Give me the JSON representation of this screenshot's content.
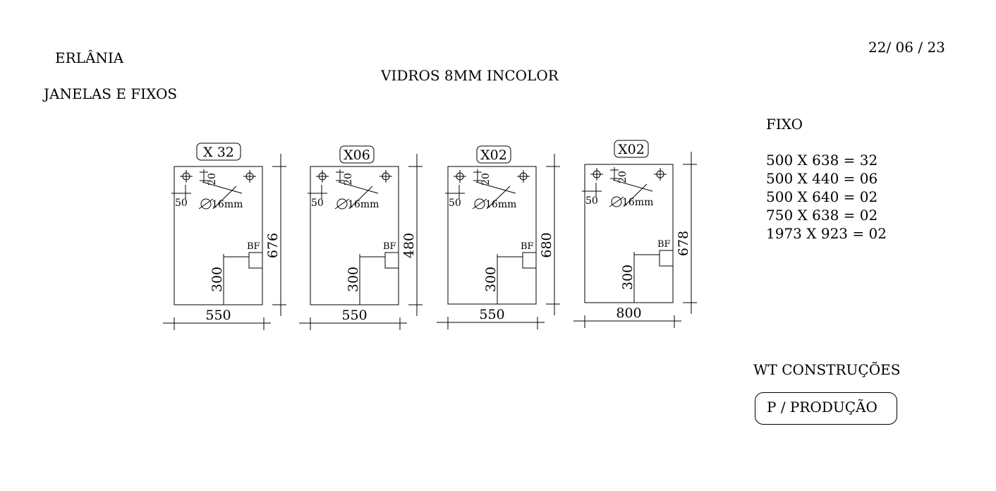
{
  "header": {
    "client": "ERLÂNIA",
    "subtitle": "JANELAS E FIXOS",
    "title": "VIDROS 8MM INCOLOR",
    "date": "22/ 06 / 23"
  },
  "panels": [
    {
      "qty_label": "X 32",
      "width": "550",
      "height": "676",
      "hole_dim": "20",
      "edge_dim": "50",
      "hole_diameter": "16mm",
      "bf_label": "BF",
      "bf_height": "300"
    },
    {
      "qty_label": "X06",
      "width": "550",
      "height": "480",
      "hole_dim": "20",
      "edge_dim": "50",
      "hole_diameter": "16mm",
      "bf_label": "BF",
      "bf_height": "300"
    },
    {
      "qty_label": "X02",
      "width": "550",
      "height": "680",
      "hole_dim": "20",
      "edge_dim": "50",
      "hole_diameter": "16mm",
      "bf_label": "BF",
      "bf_height": "300"
    },
    {
      "qty_label": "X02",
      "width": "800",
      "height": "678",
      "hole_dim": "20",
      "edge_dim": "50",
      "hole_diameter": "16mm",
      "bf_label": "BF",
      "bf_height": "300"
    }
  ],
  "fixo": {
    "heading": "FIXO",
    "items": [
      "500 X 638 = 32",
      "500 X 440 = 06",
      "500 X 640 = 02",
      "750 X 638 = 02",
      "1973 X 923 = 02"
    ]
  },
  "footer": {
    "company": "WT   CONSTRUÇÕES",
    "stamp": "P / PRODUÇÃO"
  }
}
